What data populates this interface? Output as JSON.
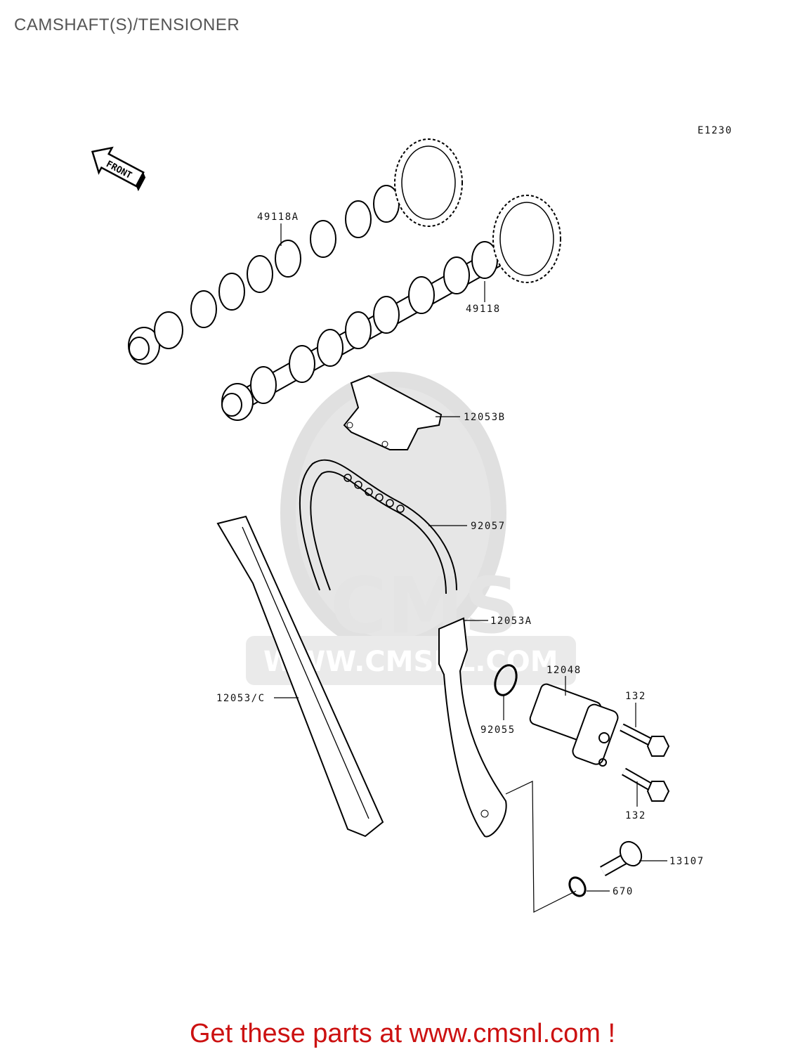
{
  "title": "CAMSHAFT(S)/TENSIONER",
  "diagram_code": "E1230",
  "direction_label": "FRONT",
  "watermark": {
    "logo": "CMS",
    "url": "WWW.CMSNL.COM"
  },
  "parts": {
    "camshaft_a": "49118A",
    "camshaft": "49118",
    "guide_b": "12053B",
    "chain": "92057",
    "guide_a": "12053A",
    "tensioner": "12048",
    "guide_c": "12053/C",
    "oring_tensioner": "92055",
    "bolt_upper": "132",
    "bolt_lower": "132",
    "bolt_13107": "13107",
    "oring_670": "670"
  },
  "footer": "Get these parts at www.cmsnl.com !",
  "colors": {
    "footer": "#cc1111",
    "title": "#555555",
    "watermark": "#e6e6e6"
  }
}
